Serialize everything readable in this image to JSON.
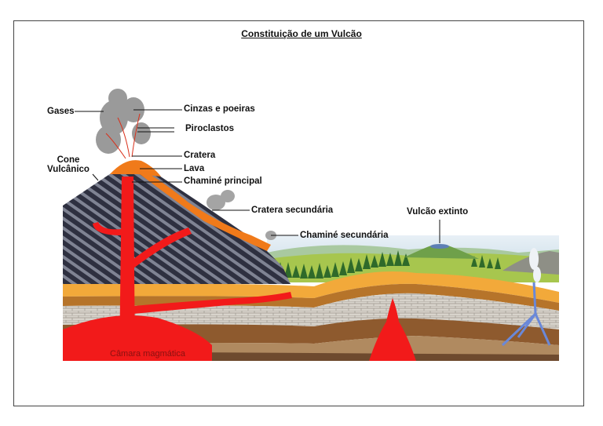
{
  "title": "Constituição de um Vulcão",
  "labels": {
    "gases": "Gases",
    "cinzas": "Cinzas e poeiras",
    "piroclastos": "Piroclastos",
    "cone_line1": "Cone",
    "cone_line2": "Vulcânico",
    "cratera": "Cratera",
    "lava": "Lava",
    "chamine_principal": "Chaminé principal",
    "cratera_secundaria": "Cratera secundária",
    "chamine_secundaria": "Chaminé secundária",
    "vulcao_extinto": "Vulcão extinto",
    "camara_magmatica": "Câmara magmática"
  },
  "colors": {
    "magma": "#f21a1a",
    "lava": "#f07a1a",
    "cone_dark": "#3a3c4a",
    "sky": "#dfe9f2",
    "grass": "#9cc24a",
    "forest": "#2f6a2a",
    "ash": "#9a9a9a"
  }
}
